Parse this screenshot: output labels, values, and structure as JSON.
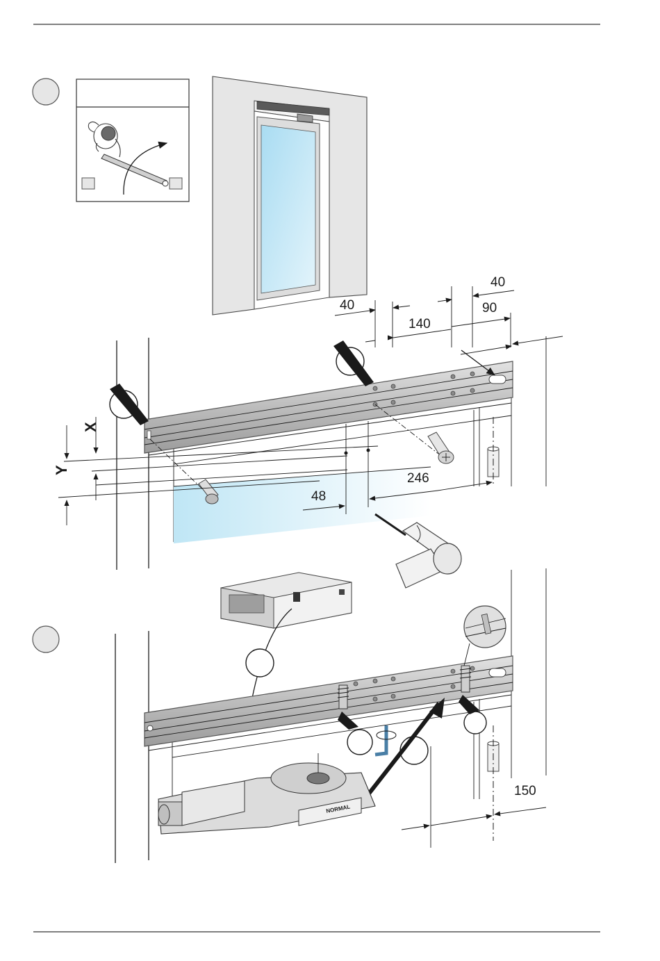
{
  "figure": {
    "step_markers": [
      "",
      ""
    ],
    "dimensions": {
      "d40_right": "40",
      "d40_left": "40",
      "d140": "140",
      "d90": "90",
      "d246": "246",
      "d48": "48",
      "d150": "150",
      "dX": "X",
      "dY": "Y"
    },
    "operator_label": "NORMAL"
  },
  "colors": {
    "glass": "#bfe3f2",
    "rail": "#c9c9c9",
    "wall": "#e6e6e6",
    "rule": "#333333"
  }
}
